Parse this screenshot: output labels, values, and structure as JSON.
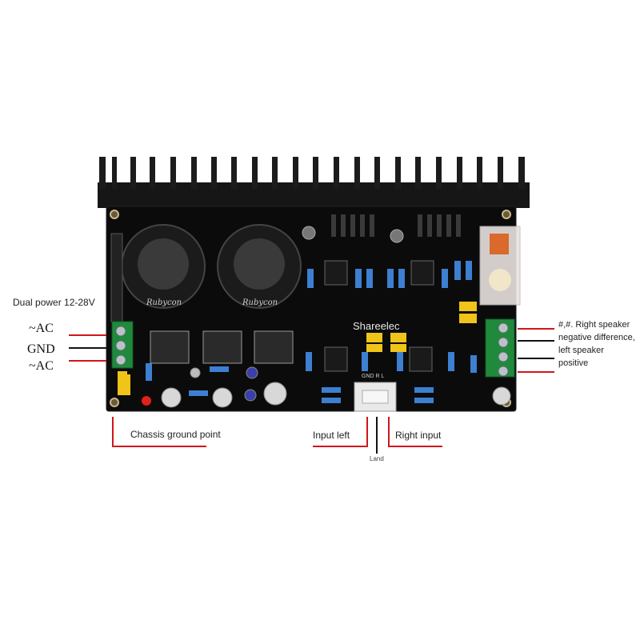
{
  "labels": {
    "dual_power": "Dual power 12-28V",
    "ac_top": "~AC",
    "gnd": "GND",
    "ac_bottom": "~AC",
    "chassis_ground": "Chassis ground point",
    "input_left": "Input left",
    "right_input": "Right input",
    "land": "Land",
    "speaker_note": "#,#. Right speaker negative difference, left speaker positive"
  },
  "board": {
    "brand": "Shareelec",
    "cap_brand_left": "Rubycon",
    "cap_brand_right": "Rubycon",
    "connector_text": "GND R L"
  },
  "colors": {
    "board": "#0d0d0d",
    "heatsink": "#1a1a1a",
    "lead_red": "#d0161b",
    "lead_black": "#111111",
    "terminal_green": "#1f8a3c",
    "capacitor_yellow": "#f0c419"
  }
}
